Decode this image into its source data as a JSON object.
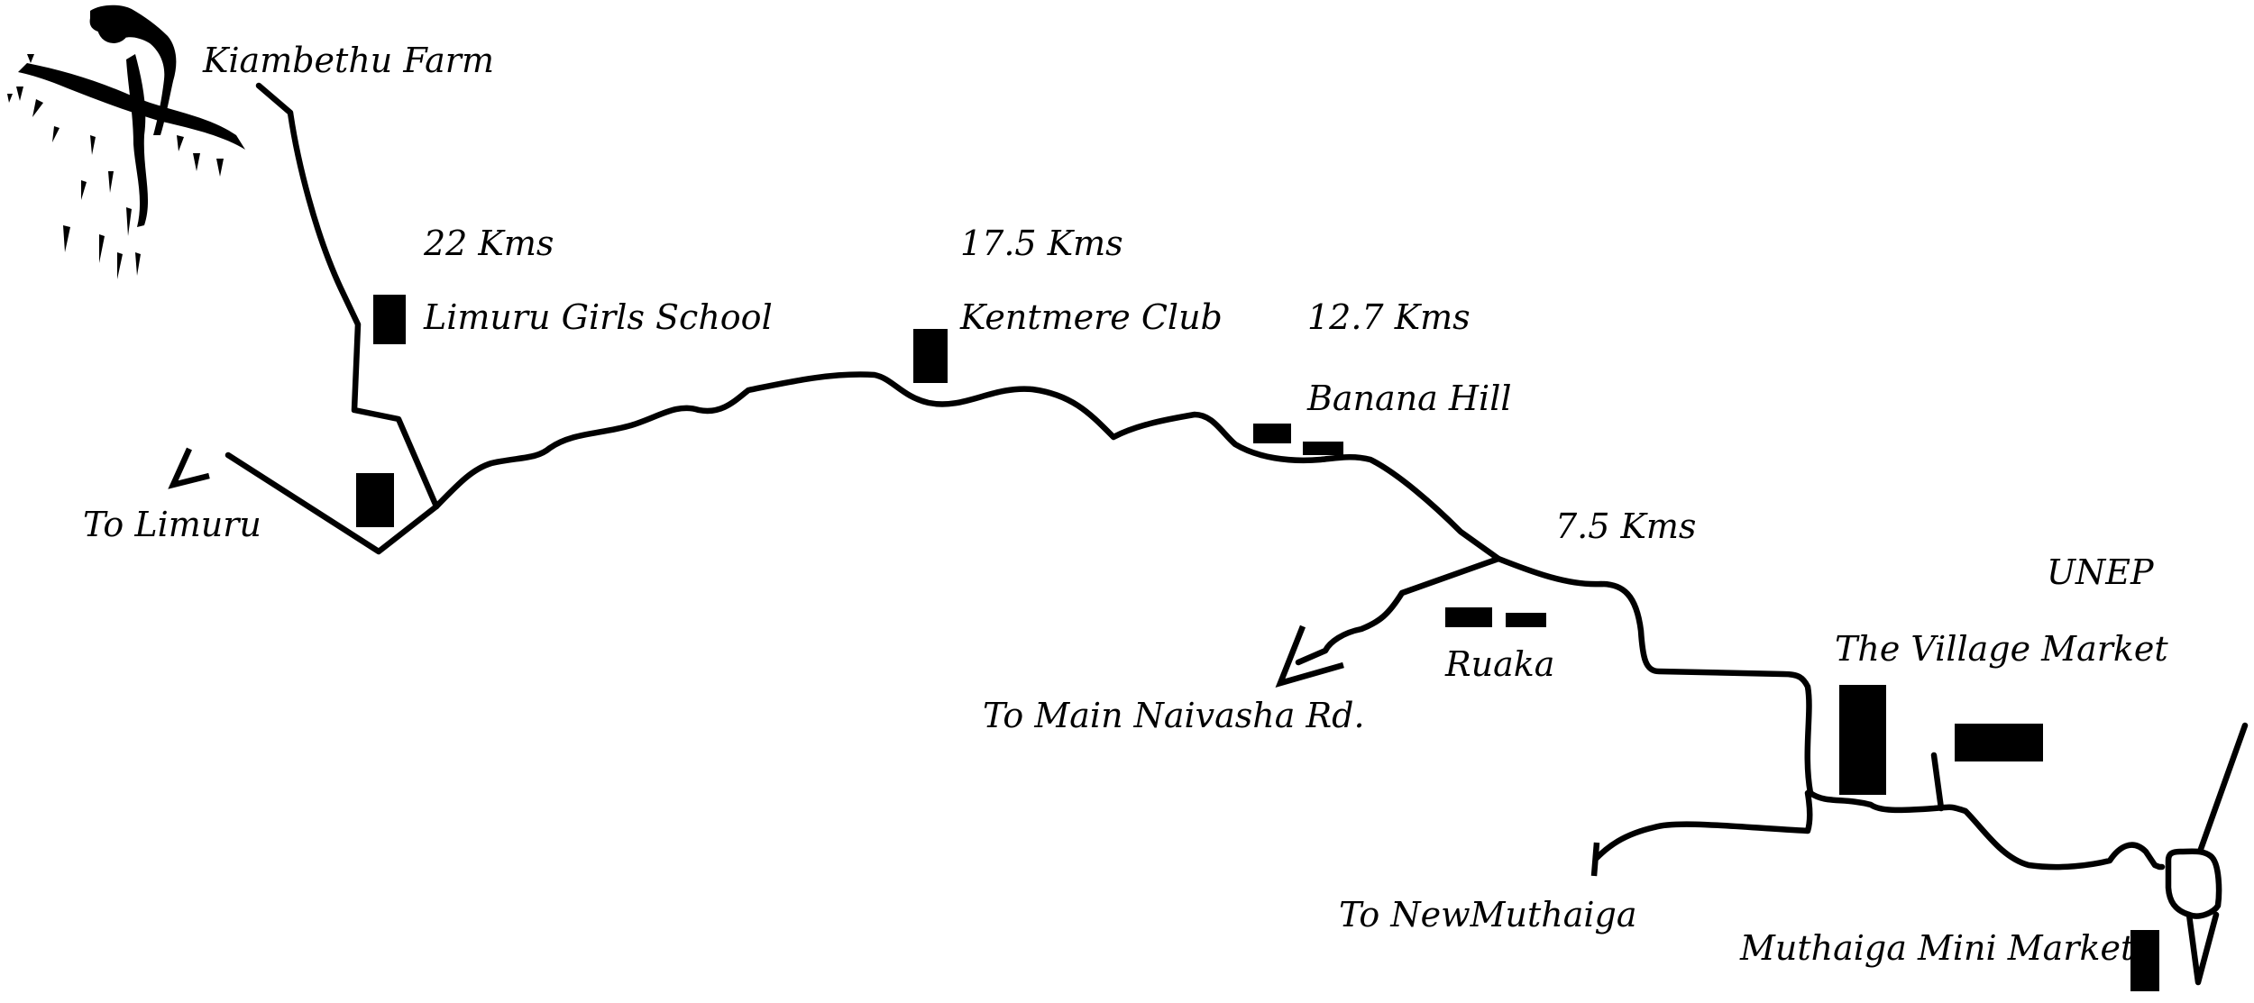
{
  "places": {
    "farm": "Kiambethu Farm",
    "limuru_school": "Limuru Girls School",
    "kentmere": "Kentmere Club",
    "banana_hill": "Banana Hill",
    "ruaka": "Ruaka",
    "unep": "UNEP",
    "village_market": "The Village Market",
    "muthaiga_mini": "Muthaiga Mini Market"
  },
  "directions": {
    "limuru": "To Limuru",
    "naivasha": "To Main Naivasha Rd.",
    "new_muthaiga": "To NewMuthaiga"
  },
  "distances": {
    "d22": "22 Kms",
    "d17_5": "17.5 Kms",
    "d12_7": "12.7 Kms",
    "d7_5": "7.5 Kms"
  },
  "colors": {
    "ink": "#000000",
    "background": "#ffffff"
  },
  "icons": {
    "logo": "monkey-on-branch-illustration"
  }
}
